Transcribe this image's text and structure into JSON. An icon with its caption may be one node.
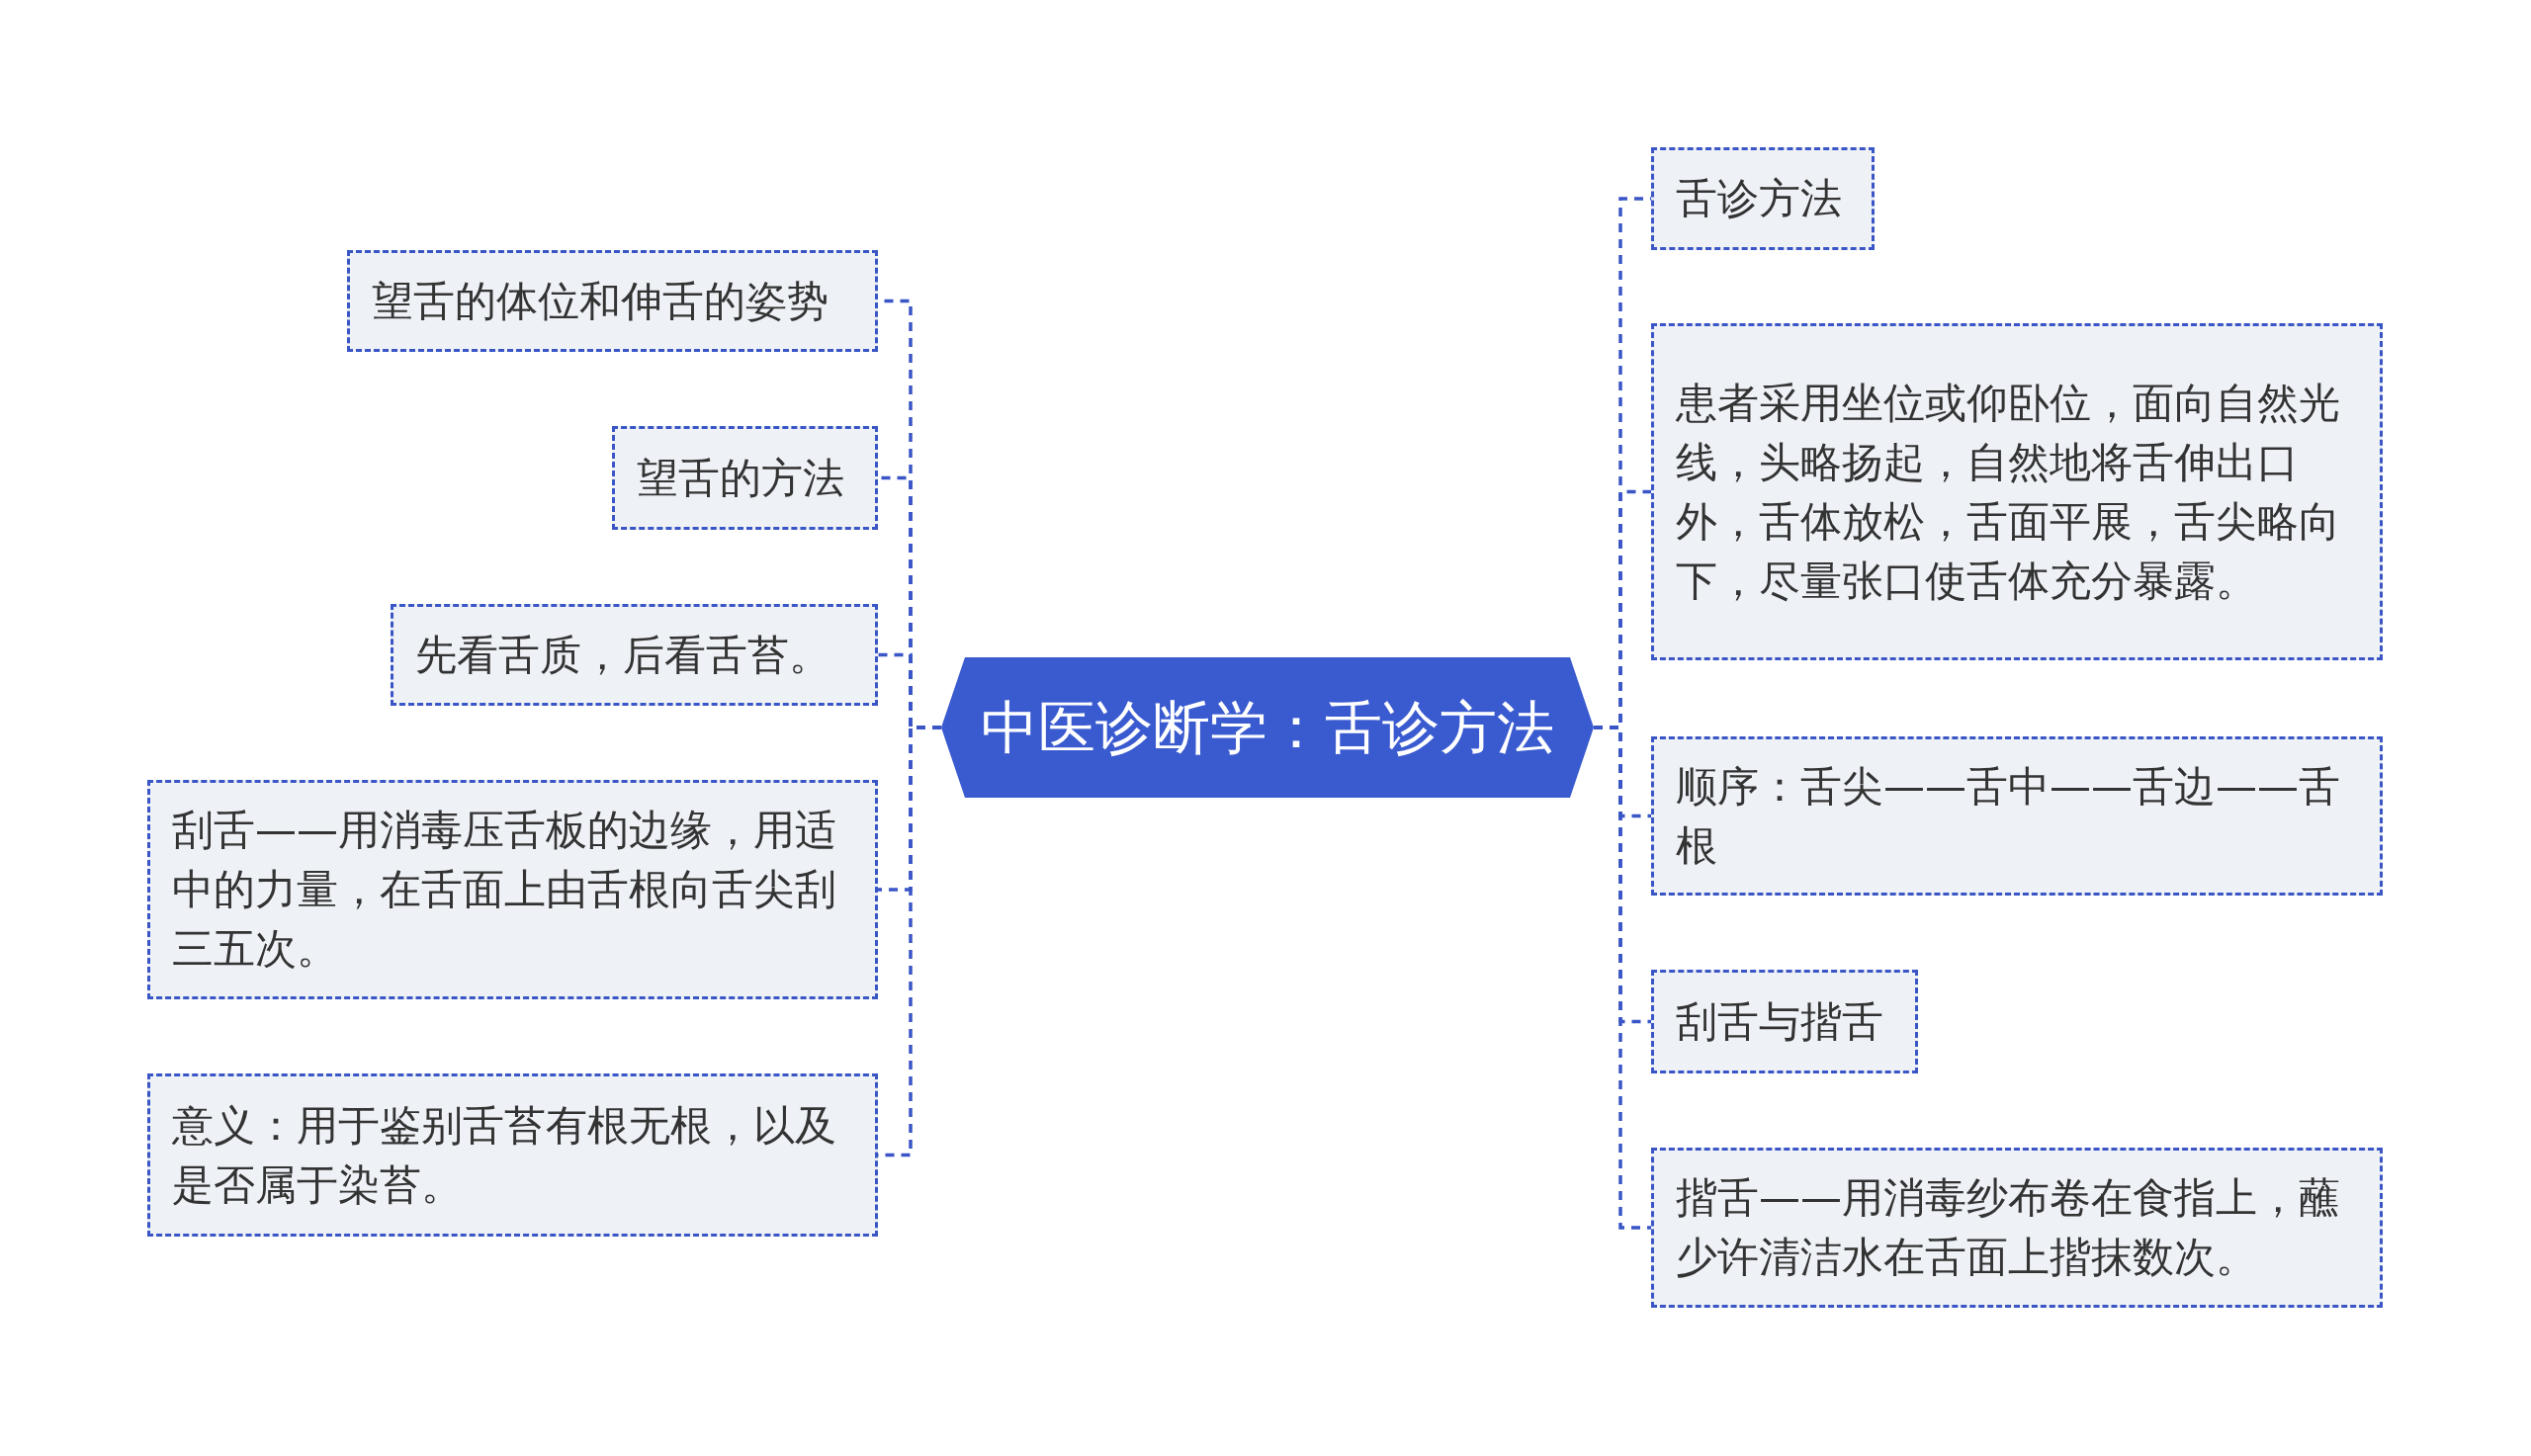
{
  "diagram": {
    "nodes": [
      {
        "text": [
          "中医诊断学：舌诊方法"
        ]
      },
      {
        "text": [
          "望舌的体位和伸舌的姿势"
        ]
      },
      {
        "text": [
          "望舌的方法"
        ]
      },
      {
        "text": [
          "先看舌质，后看舌苔。"
        ]
      },
      {
        "text": [
          "刮舌——用消毒压舌板的边缘，用适中的力量，在舌面上由舌根向舌尖刮三五次。"
        ]
      },
      {
        "text": [
          "意义：用于鉴别舌苔有根无根，以及是否属于染苔。"
        ]
      },
      {
        "text": [
          "舌诊方法"
        ]
      },
      {
        "text": [
          "患者采用坐位或仰卧位，面向自然光线，头略扬起，自然地将舌伸出口外，舌体放松，舌面平展，舌尖略向下，尽量张口使舌体充分暴露。"
        ]
      },
      {
        "text": [
          "顺序：舌尖——舌中——舌边——舌根"
        ]
      },
      {
        "text": [
          "刮舌与揩舌"
        ]
      },
      {
        "text": [
          "揩舌——用消毒纱布卷在食指上，蘸少许清洁水在舌面上揩抹数次。"
        ]
      }
    ],
    "edges": [
      {
        "from": 0,
        "to": 1,
        "arrow": "none",
        "style": "dashed"
      },
      {
        "from": 0,
        "to": 2,
        "arrow": "none",
        "style": "dashed"
      },
      {
        "from": 0,
        "to": 3,
        "arrow": "none",
        "style": "dashed"
      },
      {
        "from": 0,
        "to": 4,
        "arrow": "none",
        "style": "dashed"
      },
      {
        "from": 0,
        "to": 5,
        "arrow": "none",
        "style": "dashed"
      },
      {
        "from": 0,
        "to": 6,
        "arrow": "none",
        "style": "dashed"
      },
      {
        "from": 0,
        "to": 7,
        "arrow": "none",
        "style": "dashed"
      },
      {
        "from": 0,
        "to": 8,
        "arrow": "none",
        "style": "dashed"
      },
      {
        "from": 0,
        "to": 9,
        "arrow": "none",
        "style": "dashed"
      },
      {
        "from": 0,
        "to": 10,
        "arrow": "none",
        "style": "dashed"
      }
    ]
  }
}
